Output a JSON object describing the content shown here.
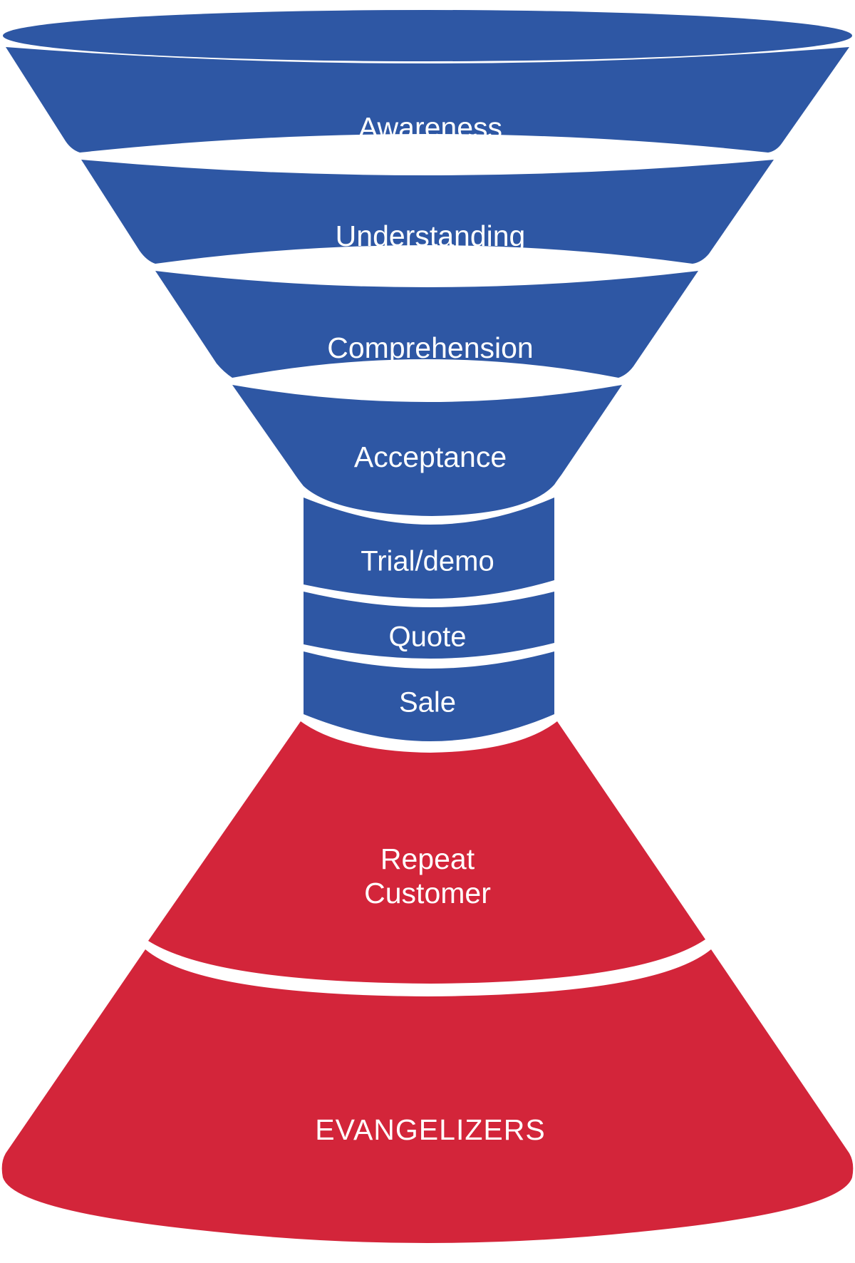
{
  "colors": {
    "top_stages": "#2E57A4",
    "bottom_stages": "#D3253A",
    "separator": "#ffffff",
    "text": "#ffffff"
  },
  "stages": [
    {
      "key": "awareness",
      "label": "Awareness",
      "group": "top"
    },
    {
      "key": "understanding",
      "label": "Understanding",
      "group": "top"
    },
    {
      "key": "comprehension",
      "label": "Comprehension",
      "group": "top"
    },
    {
      "key": "acceptance",
      "label": "Acceptance",
      "group": "top"
    },
    {
      "key": "trial",
      "label": "Trial/demo",
      "group": "top"
    },
    {
      "key": "quote",
      "label": "Quote",
      "group": "top"
    },
    {
      "key": "sale",
      "label": "Sale",
      "group": "top"
    },
    {
      "key": "repeat",
      "label_lines": [
        "Repeat",
        "Customer"
      ],
      "group": "bottom"
    },
    {
      "key": "evangelizers",
      "label": "EVANGELIZERS",
      "group": "bottom"
    }
  ]
}
